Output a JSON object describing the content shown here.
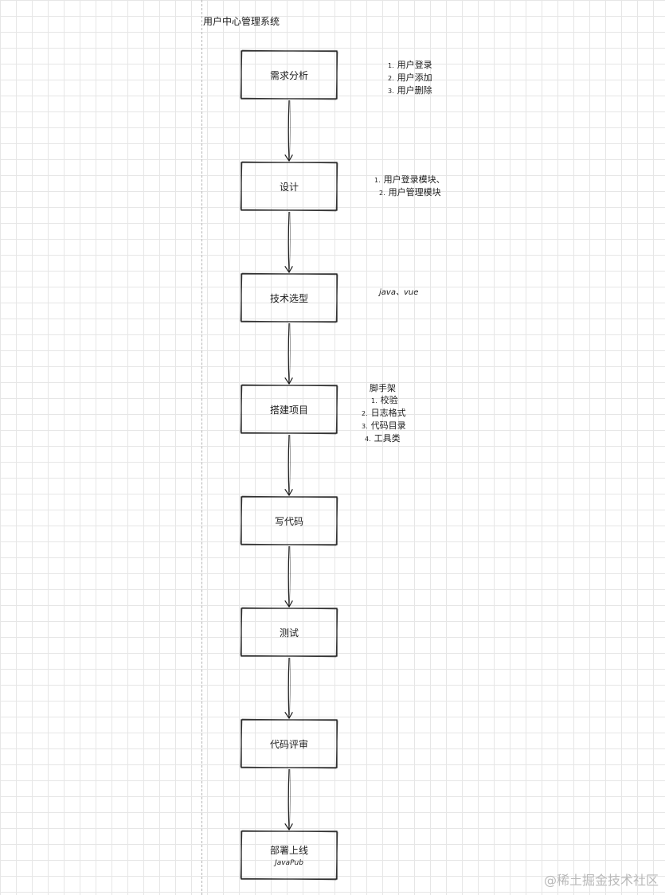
{
  "title": "用户中心管理系统",
  "steps": [
    {
      "label": "需求分析"
    },
    {
      "label": "设计"
    },
    {
      "label": "技术选型"
    },
    {
      "label": "搭建项目"
    },
    {
      "label": "写代码"
    },
    {
      "label": "测试"
    },
    {
      "label": "代码评审"
    },
    {
      "label": "部署上线",
      "sublabel": "JavaPub"
    }
  ],
  "notes": {
    "requirements": [
      {
        "num": "1.",
        "text": "用户登录"
      },
      {
        "num": "2.",
        "text": "用户添加"
      },
      {
        "num": "3.",
        "text": "用户删除"
      }
    ],
    "design": [
      {
        "num": "1.",
        "text": "用户登录模块、"
      },
      {
        "num": "2.",
        "text": "用户管理模块"
      }
    ],
    "tech": "java、vue",
    "scaffold": {
      "heading": "脚手架",
      "items": [
        {
          "num": "1.",
          "text": "校验"
        },
        {
          "num": "2.",
          "text": "日志格式"
        },
        {
          "num": "3.",
          "text": "代码目录"
        },
        {
          "num": "4.",
          "text": "工具类"
        }
      ]
    }
  },
  "watermark": "@稀土掘金技术社区"
}
